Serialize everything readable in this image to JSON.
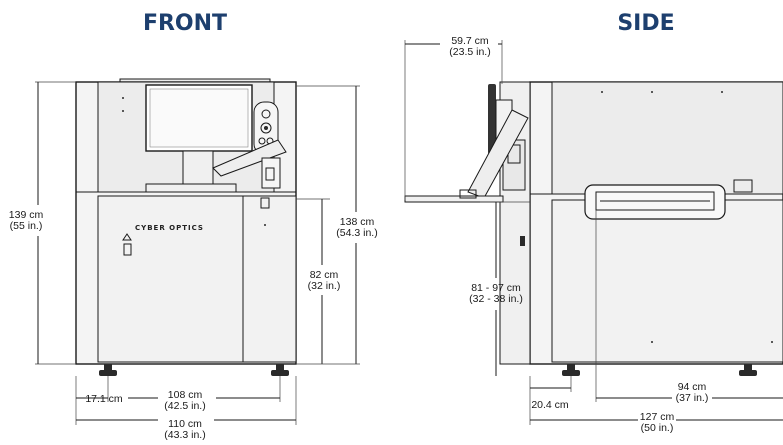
{
  "titles": {
    "front": "FRONT",
    "side": "SIDE"
  },
  "logo_text": "CYBER OPTICS",
  "front": {
    "height_total": {
      "cm": "139 cm",
      "in": "(55 in.)"
    },
    "height_right": {
      "cm": "138 cm",
      "in": "(54.3 in.)"
    },
    "height_base": {
      "cm": "82 cm",
      "in": "(32 in.)"
    },
    "foot_offset": {
      "cm": "17.1 cm"
    },
    "width_body": {
      "cm": "108 cm",
      "in": "(42.5 in.)"
    },
    "width_total": {
      "cm": "110 cm",
      "in": "(43.3 in.)"
    }
  },
  "side": {
    "monitor_depth": {
      "cm": "59.7 cm",
      "in": "(23.5 in.)"
    },
    "conveyor_height": {
      "cm": "81 - 97 cm",
      "in": "(32 - 38 in.)"
    },
    "foot_offset": {
      "cm": "20.4 cm"
    },
    "feet_span": {
      "cm": "94 cm",
      "in": "(37 in.)"
    },
    "depth_total": {
      "cm": "127 cm",
      "in": "(50 in.)"
    }
  }
}
